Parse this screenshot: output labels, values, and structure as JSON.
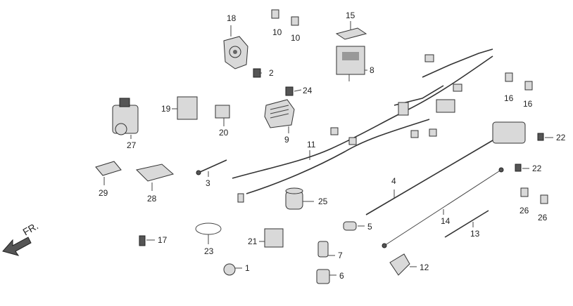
{
  "direction_label": "FR.",
  "labels": {
    "p1": "1",
    "p2": "2",
    "p3": "3",
    "p4": "4",
    "p5": "5",
    "p6": "6",
    "p7": "7",
    "p8": "8",
    "p9": "9",
    "p10a": "10",
    "p10b": "10",
    "p11": "11",
    "p12": "12",
    "p13": "13",
    "p14": "14",
    "p15": "15",
    "p16a": "16",
    "p16b": "16",
    "p17": "17",
    "p18": "18",
    "p19": "19",
    "p20": "20",
    "p21": "21",
    "p22a": "22",
    "p22b": "22",
    "p23": "23",
    "p24": "24",
    "p25": "25",
    "p26a": "26",
    "p26b": "26",
    "p27": "27",
    "p28": "28",
    "p29": "29"
  }
}
